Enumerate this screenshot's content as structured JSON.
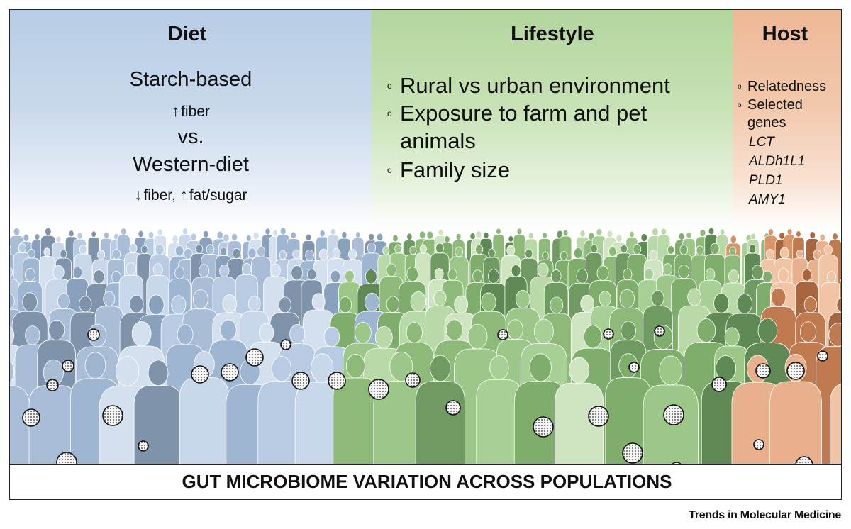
{
  "diet": {
    "title": "Diet",
    "line1": "Starch-based",
    "line2_arrow": "↑",
    "line2": "fiber",
    "line3": "vs.",
    "line4": "Western-diet",
    "line5_arrow1": "↓",
    "line5_a": "fiber,",
    "line5_arrow2": "↑",
    "line5_b": "fat/sugar"
  },
  "lifestyle": {
    "title": "Lifestyle",
    "items": [
      "Rural vs urban environment",
      "Exposure to farm and pet",
      "animals",
      "Family size"
    ]
  },
  "host": {
    "title": "Host",
    "items": [
      "Relatedness",
      "Selected",
      "genes"
    ],
    "genes": [
      "LCT",
      "ALDh1L1",
      "PLD1",
      "AMY1"
    ]
  },
  "bullet_glyph": "o",
  "caption": "GUT MICROBIOME VARIATION ACROSS POPULATIONS",
  "journal": "Trends in Molecular Medicine",
  "colors": {
    "diet_blue": "#b7cde6",
    "lifestyle_green": "#b3d59e",
    "host_orange": "#eeb896",
    "border": "#222222"
  }
}
